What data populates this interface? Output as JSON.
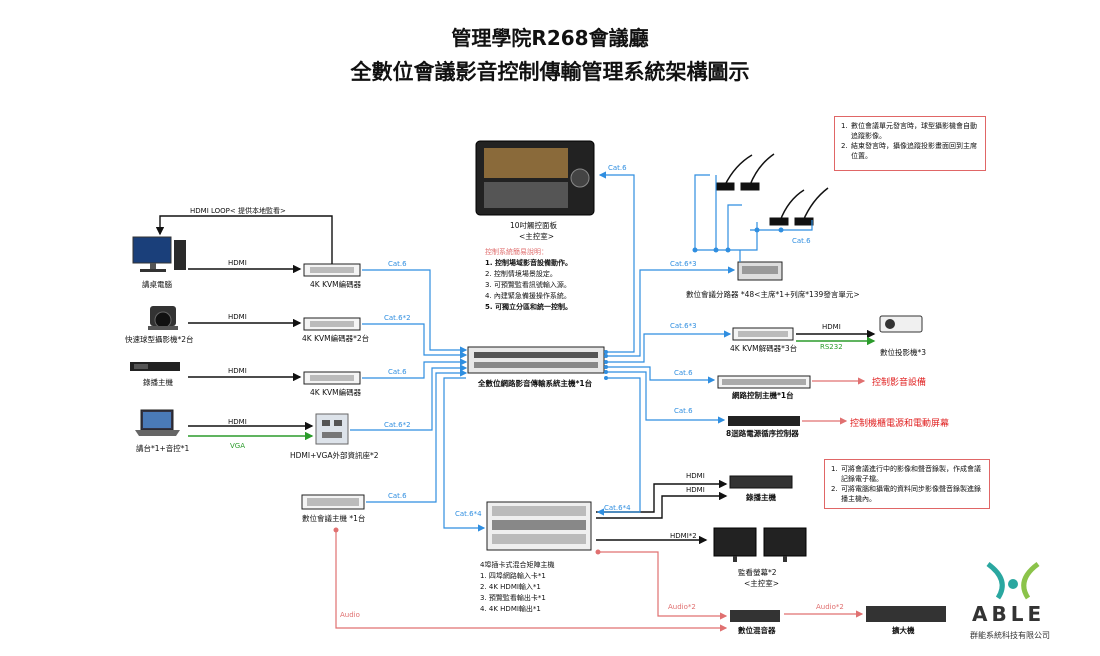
{
  "title": {
    "line1": "管理學院R268會議廳",
    "line2": "全數位會議影音控制傳輸管理系統架構圖示"
  },
  "sources": {
    "pc_label": "講桌電腦",
    "ptz_label": "快速球型攝影機*2台",
    "recorder_label": "錄播主機",
    "laptop_label": "講台*1+音控*1",
    "conference_main_label": "數位會議主機 *1台"
  },
  "encoders": {
    "enc1": "4K KVM編碼器",
    "enc2": "4K KVM編碼器*2台",
    "enc3": "4K KVM編碼器",
    "wallplate": "HDMI+VGA外部資訊座*2"
  },
  "signals": {
    "hdmi": "HDMI",
    "vga": "VGA",
    "hdmi_loop": "HDMI LOOP< 提供本地監看>",
    "cat6": "Cat.6",
    "cat6x2": "Cat.6*2",
    "cat6x3": "Cat.6*3",
    "cat6x4": "Cat.6*4",
    "hdmix2": "HDMI*2",
    "rs232": "RS232",
    "audio": "Audio",
    "audiox2": "Audio*2"
  },
  "touchpanel": {
    "label": "10吋觸控面板",
    "sub": "<主控室>"
  },
  "control_desc": {
    "heading": "控制系統簡易說明：",
    "items": [
      "1.  控制場域影音設備動作。",
      "2.  控制情境場景設定。",
      "3.  可預覽監看訊號輸入源。",
      "4.  內建緊急備援操作系統。",
      "5.  可獨立分區和統一控制。"
    ]
  },
  "center": {
    "main_label": "全數位網路影音傳輸系統主機*1台"
  },
  "matrix": {
    "label": "4埠插卡式混合矩陣主機",
    "items": [
      "1.  四埠網路輸入卡*1",
      "2.  4K HDMI輸入*1",
      "3.  預覽監看輸出卡*1",
      "4.  4K HDMI輸出*1"
    ]
  },
  "right": {
    "mic_splitter": "數位會議分路器 *48<主席*1+列席*139發言單元>",
    "decoder": "4K KVM解碼器*3台",
    "projector": "數位投影機*3",
    "net_controller": "網路控制主機*1台",
    "av_control": "控制影音設備",
    "power_seq": "8迴路電源循序控制器",
    "power_ctrl": "控制機櫃電源和電動屏幕",
    "recorder2": "錄播主機",
    "monitors": "監看螢幕*2",
    "monitors_sub": "<主控室>",
    "mixer": "數位混音器",
    "amp": "擴大機"
  },
  "notes": {
    "mic_note": [
      "數位會議單元發言時，球型攝影機會自動追蹤影像。",
      "結束發言時，攝像追蹤投影畫面回到主席位置。"
    ],
    "rec_note": [
      "可將會議進行中的影像和聲音錄製，作成會議記錄電子檔。",
      "可將電腦和攝電的資料同步影像聲音錄製進錄播主機內。"
    ]
  },
  "logo": {
    "brand": "ABLE",
    "company": "群能系統科技有限公司"
  },
  "colors": {
    "blue": "#2f8ee0",
    "green": "#2b9b2b",
    "pink": "#e07070",
    "red": "#e02020"
  }
}
